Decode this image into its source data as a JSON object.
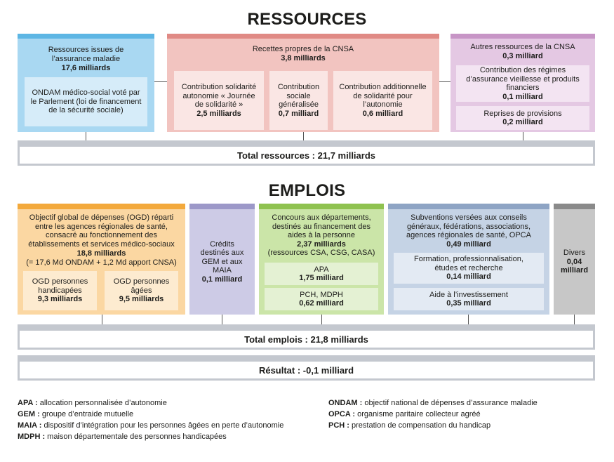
{
  "ressources": {
    "title": "RESSOURCES",
    "assurance_maladie": {
      "label": "Ressources issues de l’assurance maladie",
      "amount": "17,6 milliards",
      "ondam": "ONDAM médico-social voté par le Parlement (loi de financement de la sécurité sociale)"
    },
    "recettes_propres": {
      "label": "Recettes propres de la CNSA",
      "amount": "3,8 milliards",
      "items": [
        {
          "label": "Contribution solidarité autonomie « Journée de solidarité »",
          "amount": "2,5 milliards"
        },
        {
          "label": "Contribution sociale généralisée",
          "amount": "0,7 milliard"
        },
        {
          "label": "Contribution additionnelle de solidarité pour l’autonomie",
          "amount": "0,6 milliard"
        }
      ]
    },
    "autres": {
      "label": "Autres ressources de la CNSA",
      "amount": "0,3 milliard",
      "items": [
        {
          "label": "Contribution des régimes d’assurance vieillesse et produits financiers",
          "amount": "0,1 milliard"
        },
        {
          "label": "Reprises de provisions",
          "amount": "0,2 milliard"
        }
      ]
    },
    "total": "Total ressources : 21,7 milliards"
  },
  "emplois": {
    "title": "EMPLOIS",
    "ogd": {
      "label": "Objectif global de dépenses (OGD) réparti entre les agences régionales de santé, consacré au fonctionnement des établissements et services médico-sociaux",
      "amount": "18,8 milliards",
      "note": "(= 17,6 Md ONDAM + 1,2 Md apport CNSA)",
      "items": [
        {
          "label": "OGD personnes handicapées",
          "amount": "9,3 milliards"
        },
        {
          "label": "OGD personnes âgées",
          "amount": "9,5 milliards"
        }
      ]
    },
    "credits": {
      "label": "Crédits destinés aux GEM et aux MAIA",
      "amount": "0,1 milliard"
    },
    "concours": {
      "label": "Concours aux départements, destinés au financement des aides à la personne",
      "amount": "2,37 milliards",
      "note": "(ressources CSA, CSG, CASA)",
      "items": [
        {
          "label": "APA",
          "amount": "1,75 milliard"
        },
        {
          "label": "PCH, MDPH",
          "amount": "0,62 milliard"
        }
      ]
    },
    "subventions": {
      "label": "Subventions versées aux conseils généraux, fédérations, associations, agences régionales de santé, OPCA",
      "amount": "0,49 milliard",
      "items": [
        {
          "label": "Formation, professionnalisation, études et recherche",
          "amount": "0,14 milliard"
        },
        {
          "label": "Aide à l’investissement",
          "amount": "0,35 milliard"
        }
      ]
    },
    "divers": {
      "label": "Divers",
      "amount": "0,04 milliard"
    },
    "total": "Total emplois : 21,8 milliards",
    "resultat": "Résultat : -0,1 milliard"
  },
  "legend": {
    "left": [
      {
        "key": "APA :",
        "text": "allocation personnalisée d’autonomie"
      },
      {
        "key": "GEM :",
        "text": "groupe d’entraide mutuelle"
      },
      {
        "key": "MAIA :",
        "text": "dispositif d’intégration pour les personnes âgées en perte d’autonomie"
      },
      {
        "key": "MDPH :",
        "text": "maison départementale des personnes handicapées"
      }
    ],
    "right": [
      {
        "key": "ONDAM :",
        "text": "objectif national de dépenses d’assurance maladie"
      },
      {
        "key": "OPCA :",
        "text": "organisme paritaire collecteur agréé"
      },
      {
        "key": "PCH :",
        "text": "prestation de compensation du handicap"
      }
    ]
  },
  "colors": {
    "blue": "#a9d8f2",
    "blue_top": "#5db6e4",
    "pink": "#f2c4c0",
    "pink_top": "#e08a85",
    "purple": "#e4c8e3",
    "purple_top": "#c795c6",
    "orange": "#fbd7a2",
    "orange_top": "#f3a93c",
    "lavender": "#cdcbe6",
    "lavender_top": "#9c98c8",
    "green": "#cbe5a8",
    "green_top": "#8fc250",
    "steel": "#c5d3e5",
    "steel_top": "#8ea4c4",
    "grey": "#c7c7c7",
    "grey_top": "#8a8a8a"
  }
}
